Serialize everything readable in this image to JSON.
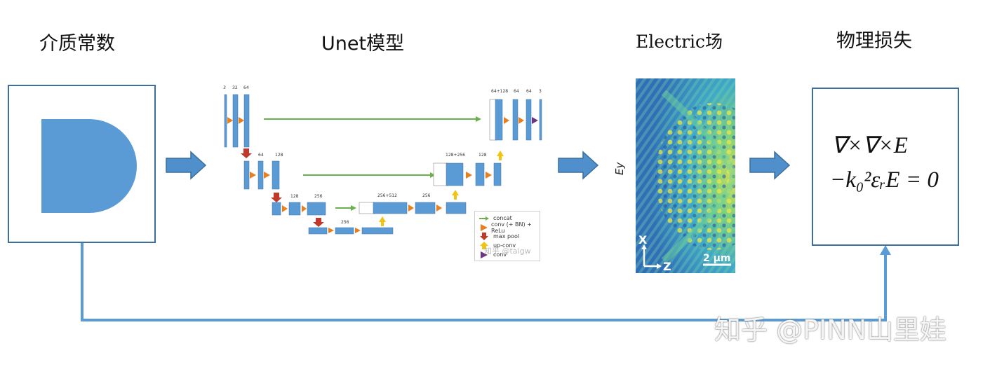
{
  "titles": {
    "dielectric": "介质常数",
    "unet": "Unet模型",
    "electric": "Electric场",
    "physics_loss": "物理损失"
  },
  "unet": {
    "channel_labels": {
      "l1_in": [
        "3",
        "32",
        "64"
      ],
      "l1_out": [
        "64+128",
        "64",
        "64",
        "3"
      ],
      "l2_in": [
        "64",
        "128"
      ],
      "l2_out": [
        "128+256",
        "128"
      ],
      "l3_in": [
        "128",
        "256"
      ],
      "l3_out": [
        "256+512",
        "256"
      ],
      "l4": [
        "256"
      ]
    },
    "legend": [
      {
        "label": "concat",
        "icon": "green-arrow-icon",
        "color": "#6ab04c"
      },
      {
        "label": "conv (+ BN) + ReLu",
        "icon": "orange-triangle-icon",
        "color": "#e67e22"
      },
      {
        "label": "max pool",
        "icon": "red-down-arrow-icon",
        "color": "#c0392b"
      },
      {
        "label": "up-conv",
        "icon": "yellow-up-arrow-icon",
        "color": "#f1c40f"
      },
      {
        "label": "conv",
        "icon": "purple-triangle-icon",
        "color": "#6c3483"
      }
    ],
    "inner_watermark": "知乎 @taigw"
  },
  "field": {
    "axis_label": "Ey",
    "x_axis": "X",
    "z_axis": "Z",
    "scalebar": "2 μm"
  },
  "equation": {
    "line1": "∇×∇×E",
    "line2": "−k₀²εᵣE = 0"
  },
  "watermark": "知乎 @PINN山里娃",
  "colors": {
    "flow_arrow": "#4f8fcb",
    "box_border": "#3c6fa0",
    "shape_fill": "#5b9bd5",
    "feedback_line": "#5b9bd5"
  }
}
